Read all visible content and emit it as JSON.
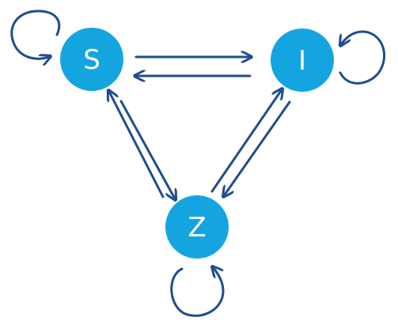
{
  "diagram": {
    "type": "state-transition-graph",
    "colors": {
      "node_fill": "#14a5e0",
      "node_text": "#ffffff",
      "edge": "#1f4e8c",
      "background": "#ffffff"
    },
    "nodes": [
      {
        "id": "S",
        "label": "S"
      },
      {
        "id": "I",
        "label": "I"
      },
      {
        "id": "Z",
        "label": "Z"
      }
    ],
    "edges": [
      {
        "from": "S",
        "to": "S"
      },
      {
        "from": "I",
        "to": "I"
      },
      {
        "from": "Z",
        "to": "Z"
      },
      {
        "from": "S",
        "to": "I"
      },
      {
        "from": "I",
        "to": "S"
      },
      {
        "from": "S",
        "to": "Z"
      },
      {
        "from": "Z",
        "to": "S"
      },
      {
        "from": "Z",
        "to": "I"
      },
      {
        "from": "I",
        "to": "Z"
      }
    ]
  }
}
